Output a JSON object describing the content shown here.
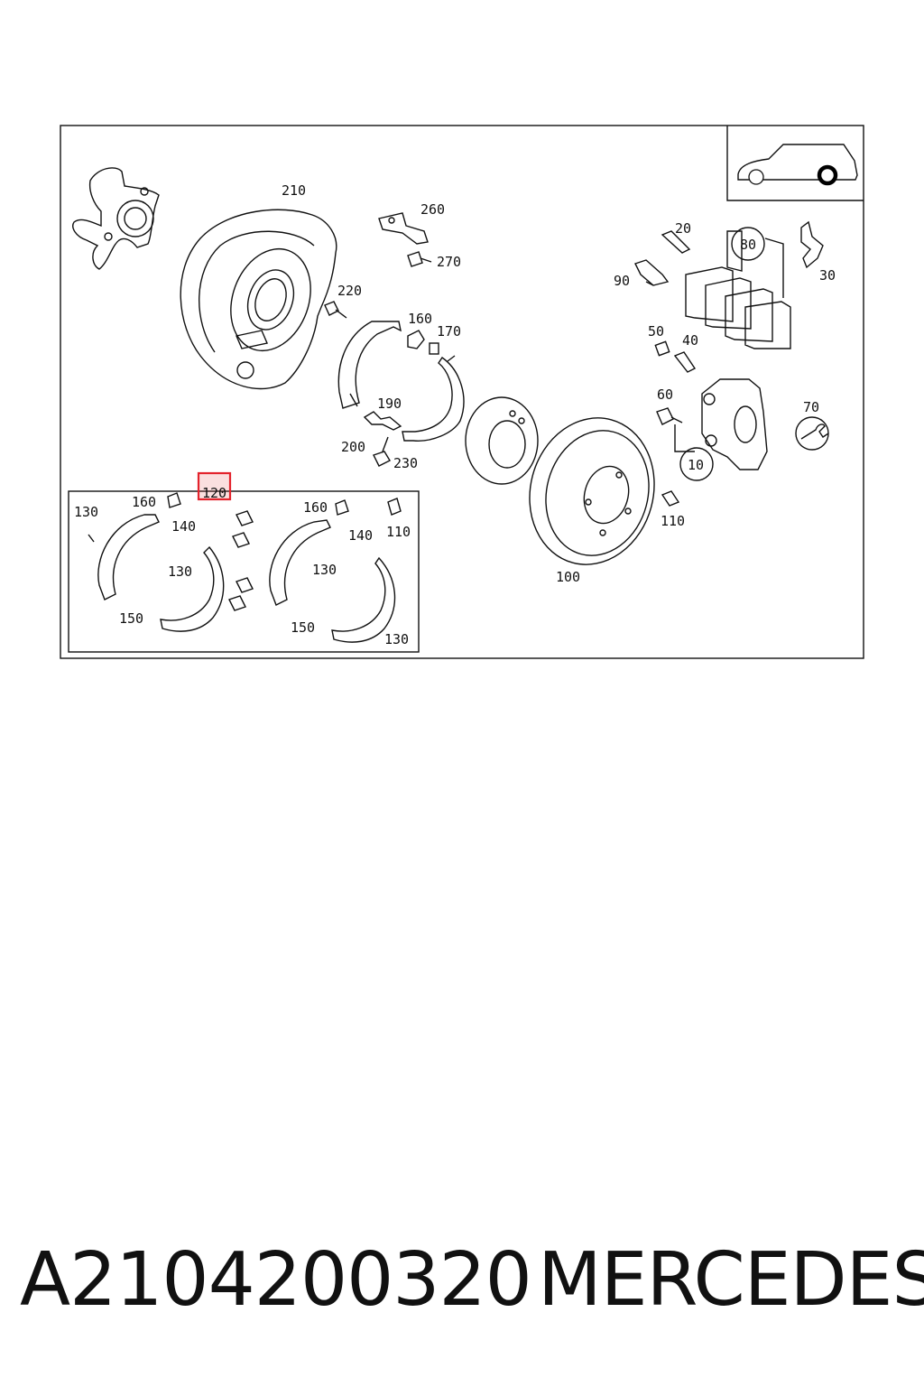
{
  "footer": {
    "part_number": "A2104200320",
    "brand": "MERCEDES"
  },
  "diagram": {
    "highlighted_part": "120",
    "labels": {
      "p210": "210",
      "p260": "260",
      "p270": "270",
      "p220": "220",
      "p160a": "160",
      "p170": "170",
      "p190": "190",
      "p200": "200",
      "p230": "230",
      "p20": "20",
      "p80": "80",
      "p30": "30",
      "p90": "90",
      "p50": "50",
      "p40": "40",
      "p60": "60",
      "p70": "70",
      "p10": "10",
      "p110a": "110",
      "p100": "100",
      "p120": "120",
      "k130a": "130",
      "k160a": "160",
      "k140a": "140",
      "k130b": "130",
      "k150a": "150",
      "k160b": "160",
      "k110": "110",
      "k140b": "140",
      "k130c": "130",
      "k150b": "150",
      "k130d": "130"
    }
  }
}
